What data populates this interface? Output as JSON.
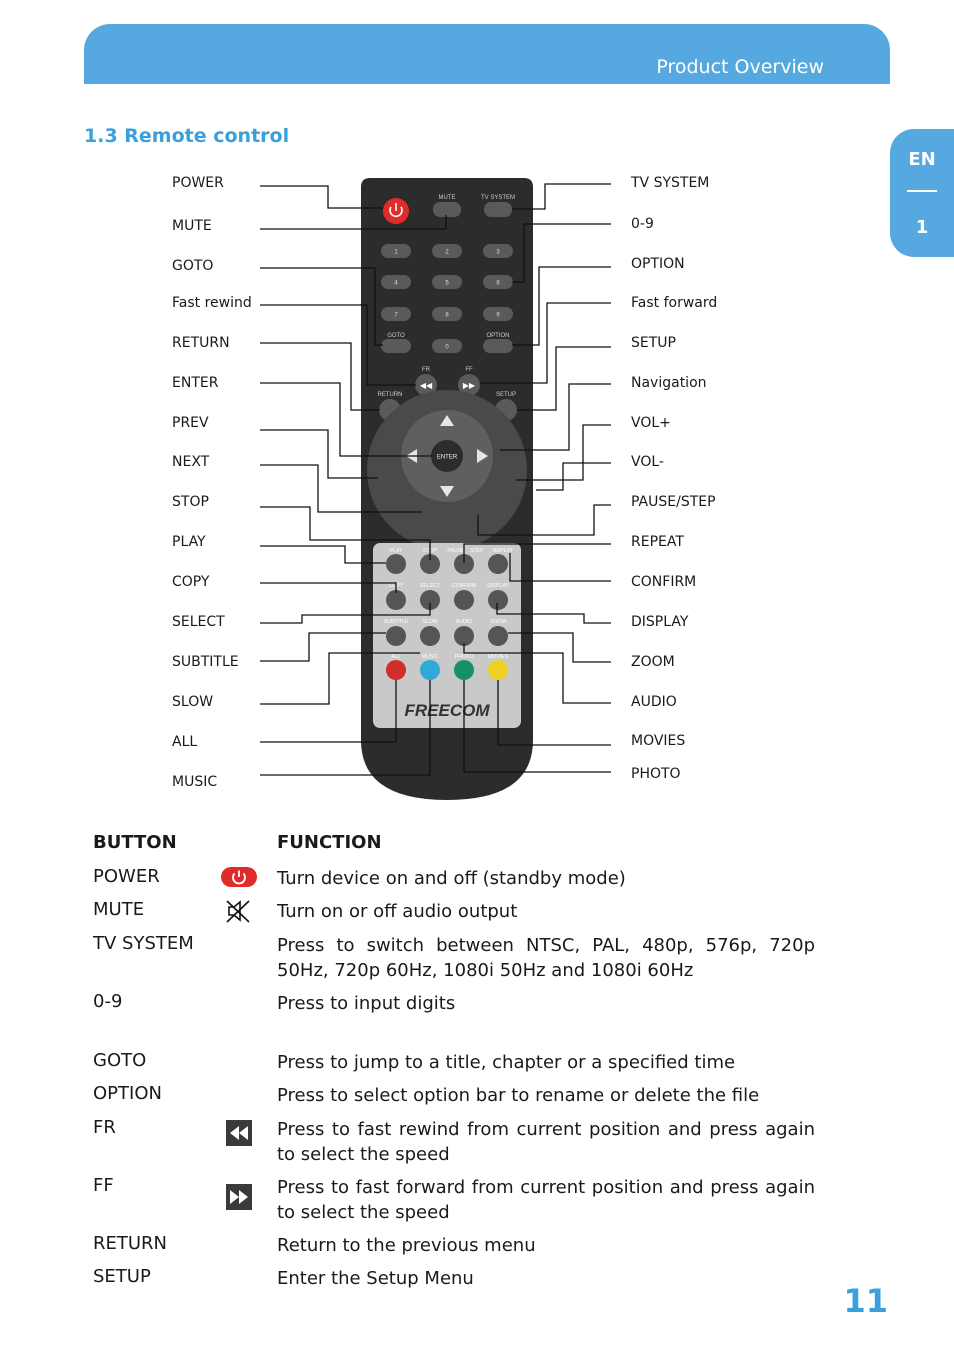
{
  "header": {
    "title": "Product Overview"
  },
  "section": {
    "title": "1.3 Remote control"
  },
  "side_tab": {
    "lang": "EN",
    "chapter": "1"
  },
  "callouts": {
    "left": [
      "POWER",
      "MUTE",
      "GOTO",
      "Fast rewind",
      "RETURN",
      "ENTER",
      "PREV",
      "NEXT",
      "STOP",
      "PLAY",
      "COPY",
      "SELECT",
      "SUBTITLE",
      "SLOW",
      "ALL",
      "MUSIC"
    ],
    "right": [
      "TV SYSTEM",
      "0-9",
      "OPTION",
      "Fast forward",
      "SETUP",
      "Navigation",
      "VOL+",
      "VOL-",
      "PAUSE/STEP",
      "REPEAT",
      "CONFIRM",
      "DISPLAY",
      "ZOOM",
      "AUDIO",
      "MOVIES",
      "PHOTO"
    ]
  },
  "remote": {
    "brand": "FREECOM",
    "keys": {
      "mute": "MUTE",
      "tv_system": "TV SYSTEM",
      "goto": "GOTO",
      "option": "OPTION",
      "fr": "FR",
      "ff": "FF",
      "return": "RETURN",
      "setup": "SETUP",
      "enter": "ENTER",
      "digits": [
        "1",
        "2",
        "3",
        "4",
        "5",
        "6",
        "7",
        "8",
        "9",
        "0"
      ],
      "row_a": [
        "PLAY",
        "STOP",
        "PAUSE",
        "STEP",
        "REPEAT"
      ],
      "row_b": [
        "COPY",
        "SELECT",
        "CONFIRM",
        "DISPLAY"
      ],
      "row_c": [
        "SUBTITLE",
        "SLOW",
        "AUDIO",
        "ZOOM"
      ],
      "row_d": [
        "ALL",
        "MUSIC",
        "PHOTO",
        "MOVIES"
      ]
    }
  },
  "table": {
    "col_button": "BUTTON",
    "col_function": "FUNCTION",
    "rows": [
      {
        "button": "POWER",
        "icon": "power",
        "function": "Turn device on and off (standby mode)"
      },
      {
        "button": "MUTE",
        "icon": "mute",
        "function": "Turn on or off audio output"
      },
      {
        "button": "TV SYSTEM",
        "icon": "",
        "function": "Press to switch between NTSC, PAL, 480p, 576p, 720p 50Hz, 720p 60Hz, 1080i 50Hz and 1080i 60Hz"
      },
      {
        "button": "0-9",
        "icon": "",
        "function": "Press to input digits"
      },
      {
        "button": "GOTO",
        "icon": "",
        "function": "Press to jump to a title, chapter or a specified time"
      },
      {
        "button": "OPTION",
        "icon": "",
        "function": "Press to select option bar to rename or delete the file"
      },
      {
        "button": "FR",
        "icon": "rewind",
        "function": "Press to fast rewind from current position and press again to select the speed"
      },
      {
        "button": "FF",
        "icon": "fast-forward",
        "function": "Press to fast forward from current position and press again to select the speed"
      },
      {
        "button": "RETURN",
        "icon": "",
        "function": "Return to the previous menu"
      },
      {
        "button": "SETUP",
        "icon": "",
        "function": "Enter the Setup Menu"
      }
    ]
  },
  "page_number": "11",
  "colors": {
    "accent": "#55a8e0",
    "heading": "#3aa0dc",
    "power_red": "#e02b2b"
  }
}
